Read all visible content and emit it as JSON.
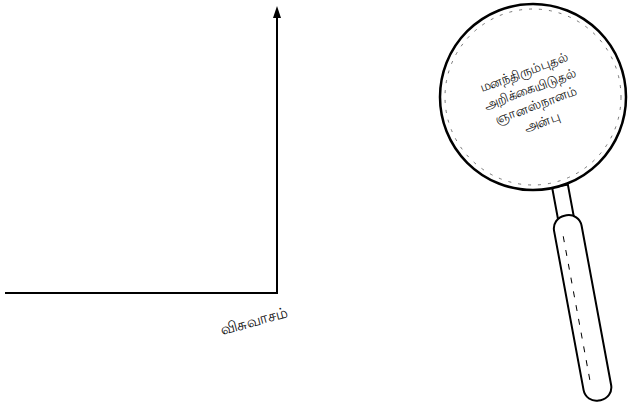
{
  "diagram": {
    "nodes": [
      {
        "text": [
          "மனந்திரும்புதல்",
          "அறிக்கையிடுதல்",
          "ஞானஸ்நானம்",
          "அன்பு"
        ]
      }
    ],
    "labels": [
      "விசுவாசம்"
    ]
  }
}
